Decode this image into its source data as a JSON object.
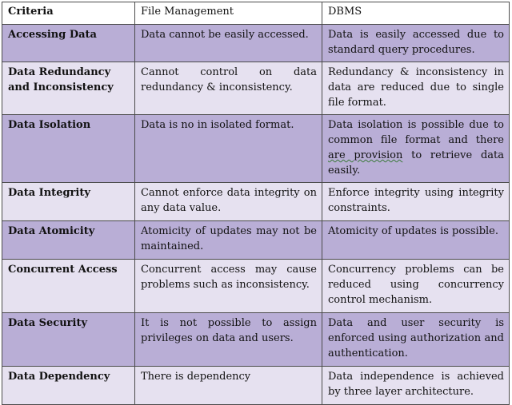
{
  "headers": [
    "Criteria",
    "File Management",
    "DBMS"
  ],
  "rows": [
    {
      "criteria": "Accessing Data",
      "file": "Data cannot be easily accessed.",
      "dbms": "Data is easily accessed due to standard query procedures."
    },
    {
      "criteria": "Data Redundancy and Inconsistency",
      "file": "Cannot control on data redundancy & inconsistency.",
      "dbms": "Redundancy & inconsistency in data are reduced due to single file format."
    },
    {
      "criteria": "Data Isolation",
      "file": "Data is no in isolated format.",
      "dbms_a": "Data isolation is possible due to common file format and there",
      "dbms_b": "are provision",
      "dbms_c": "to retrieve data easily."
    },
    {
      "criteria": "Data Integrity",
      "file": "Cannot enforce data integrity on any data value.",
      "dbms": "Enforce integrity using integrity constraints."
    },
    {
      "criteria": "Data Atomicity",
      "file": "Atomicity of updates may not be maintained.",
      "dbms": "Atomicity of updates is possible."
    },
    {
      "criteria": "Concurrent Access",
      "file": "Concurrent access may cause problems such as inconsistency.",
      "dbms": "Concurrency problems can be reduced using concurrency control mechanism."
    },
    {
      "criteria": "Data Security",
      "file": "It is not possible to assign privileges on data and users.",
      "dbms": "Data and user security is enforced using authorization and authentication."
    },
    {
      "criteria": "Data Dependency",
      "file": "There is dependency",
      "dbms": "Data independence is achieved by three layer architecture."
    }
  ],
  "colors": {
    "dark_row": "#b9aed6",
    "light_row": "#e6e1f0",
    "header_row": "#ffffff",
    "border": "#4b4b4b"
  }
}
